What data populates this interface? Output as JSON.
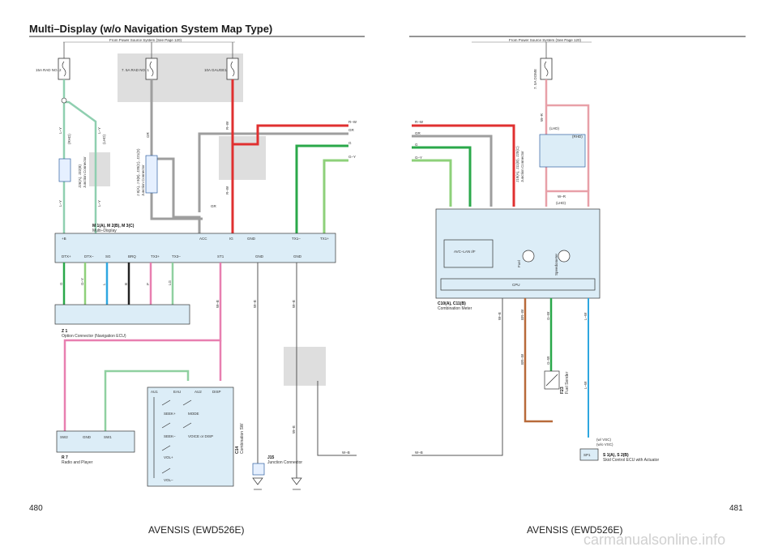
{
  "header": {
    "title": "Multi–Display (w/o Navigation System Map Type)"
  },
  "power": {
    "left_note": "From Power Source System (See Page 120)",
    "right_note": "From Power Source System (See Page 120)",
    "fuse_rad2": "15A RAD NO. 2",
    "fuse_rad1": "7. 5A RAD NO. 1",
    "fuse_gauge": "10A GAUGE1",
    "fuse_dome": "7. 5A DOME"
  },
  "components": {
    "m1": {
      "name": "M 1(A), M 2(B), M 3(C)",
      "desc": "Multi–Display"
    },
    "z1": {
      "name": "Z 1",
      "desc": "Option Connector (Navigation ECU)"
    },
    "r7": {
      "name": "R 7",
      "desc": "Radio and Player"
    },
    "c14": {
      "name": "C14",
      "desc": "Combination SW"
    },
    "j15": {
      "name": "J15",
      "desc": "Junction Connector"
    },
    "j_left": {
      "name": "J26(A), J32(B)",
      "desc": "Junction Connector"
    },
    "j_mid": {
      "name": "J 8(A), J 9(B), J20(C), J21(D)",
      "desc": "Junction Connector"
    },
    "c10": {
      "name": "C10(A), C11(B)",
      "desc": "Combination Meter"
    },
    "f23": {
      "name": "F23",
      "desc": "Fuel Sender"
    },
    "s1": {
      "name": "S 1(A), S 2(B)",
      "desc": "Skid Control ECU with Actuator"
    },
    "j_right": {
      "name": "J19(A), J11(B), J20(C)",
      "desc": "Junction Connector"
    }
  },
  "pins": {
    "m1_top": [
      "+B",
      "ACC",
      "IG",
      "TX1–",
      "GND",
      "TX1+"
    ],
    "m1_bottom": [
      "DTX+",
      "DTX–",
      "SG",
      "BRQ",
      "TX3+",
      "TX3–",
      "ST1",
      "GND",
      "GND"
    ],
    "c14": [
      "AU1",
      "EAU",
      "AU2",
      "DISP"
    ],
    "c14_sw": [
      "SEEK+",
      "MODE",
      "SEEK–",
      "VOICE or DISP",
      "VOL+",
      "VOL–"
    ],
    "r7": [
      "SW2",
      "GND",
      "SW1"
    ],
    "meter_inner": [
      "AVC–LAN I/F",
      "Fuel",
      "Speedometer",
      "CPU"
    ],
    "s1_pin": "SP1",
    "s1_notes": [
      "(w/ VSC)",
      "(w/o VSC)"
    ]
  },
  "wires": {
    "colors_left": [
      "L–Y",
      "L–Y",
      "L–Y",
      "L–Y",
      "GR",
      "GR",
      "GR",
      "R–W",
      "R–W",
      "R–W",
      "G",
      "G–Y",
      "W–B",
      "W–B",
      "W–B",
      "W–B",
      "W–B"
    ],
    "bottom_colors": [
      "G",
      "G–Y",
      "L",
      "B",
      "P",
      "LG"
    ],
    "right_colors": [
      "R–W",
      "GR",
      "G",
      "G–Y",
      "W–R",
      "W–R",
      "W–B",
      "BR–W",
      "G–W",
      "L–W",
      "BR–W",
      "G–W",
      "L–W",
      "W–B"
    ],
    "notes": [
      "(RHD)",
      "(LHD)"
    ]
  },
  "footer": {
    "page_left": "480",
    "page_right": "481",
    "model_left": "AVENSIS (EWD526E)",
    "model_right": "AVENSIS (EWD526E)",
    "watermark": "carmanualsonline.info"
  },
  "colors": {
    "lightblue": "#dcedf7",
    "grey_box": "#dedede",
    "wire_ly": "#8fcfb0",
    "wire_gr": "#9e9e9e",
    "wire_rw": "#e03030",
    "wire_g": "#2aa84a",
    "wire_gy": "#8ed07a",
    "wire_l": "#2ea7e0",
    "wire_p": "#e87fb0",
    "wire_lg": "#8fd0a0",
    "wire_br": "#b86a3a"
  }
}
